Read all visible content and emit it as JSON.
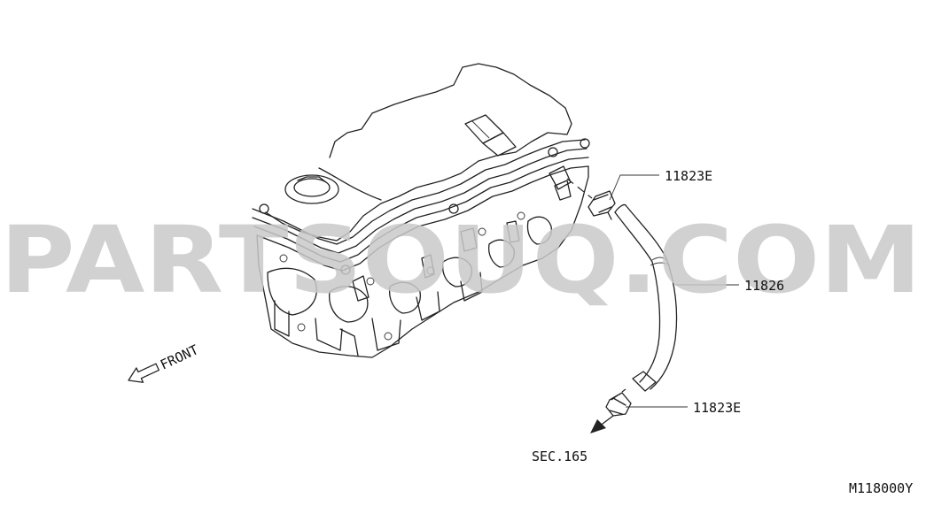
{
  "labels": {
    "clamp_upper": "11823E",
    "hose": "11826",
    "clamp_lower": "11823E",
    "section_ref": "SEC.165",
    "front": "FRONT",
    "diagram_id": "M118000Y"
  },
  "watermark": "PARTSOUQ.COM",
  "colors": {
    "line": "#222222",
    "watermark": "#c9c9c9",
    "background": "#ffffff"
  }
}
